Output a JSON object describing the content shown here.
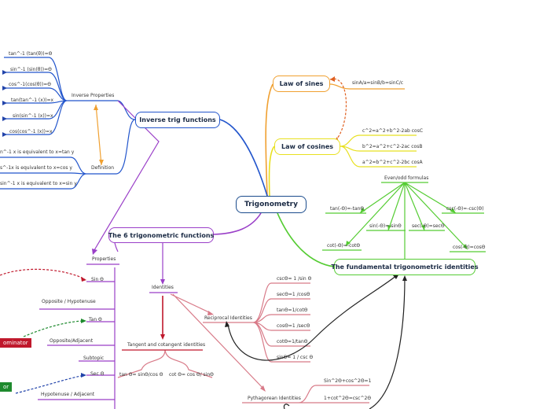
{
  "center": "Trigonometry",
  "law_of_sines": {
    "title": "Law of sines",
    "formula": "sinA/a=sinB/b=sinC/c"
  },
  "law_of_cosines": {
    "title": "Law of cosines",
    "items": [
      "c^2=a^2+b^2-2ab cosC",
      "b^2=a^2+c^2-2ac cosB",
      "a^2=b^2+c^2-2bc cosA"
    ]
  },
  "inverse": {
    "title": "Inverse trig functions",
    "properties_label": "Inverse Properties",
    "properties": [
      "tan^-1 (tan(θ))=Θ",
      "sin^-1 (sin(θ))=Θ",
      "cos^-1(cos(θ))=Θ",
      "tan(tan^-1 (x))=x",
      "sin(sin^-1 (x))=x",
      "cos(cos^-1 (x))=x"
    ],
    "definition_label": "Definition",
    "definitions": [
      "n^-1 x is equivalent to x=tan y",
      "s^-1x is equivalent to x=cos y",
      "sin^-1 x is equivalent to x=sin y"
    ]
  },
  "six": {
    "title": "The 6 trigonometric functions",
    "properties_label": "Properties",
    "properties": {
      "sin": "Sin Θ",
      "sin_desc": "Opposite / Hypotenuse",
      "tan": "Tan Θ",
      "tan_desc": "Opposite/Adjacent",
      "subtopic": "Subtopic",
      "sec": "Sec Θ",
      "sec_desc": "Hypotenuse / Adjacent"
    },
    "identities_label": "Identities",
    "tangent_cotangent": {
      "label": "Tangent and cotangent identities",
      "items": [
        "tan Θ= sinΘ/cos Θ",
        "cot Θ= cos Θ/ sinΘ"
      ]
    }
  },
  "reciprocal": {
    "label": "Reciprocal Identities",
    "items": [
      "cscΘ= 1 /sin Θ",
      "secΘ=1 /cosΘ",
      "tanΘ=1/cotΘ",
      "cosΘ=1 /secΘ",
      "cotΘ=1/tanΘ",
      "sinΘ= 1 / csc Θ"
    ]
  },
  "pythagorean": {
    "label": "Pythagorean Identities",
    "items": [
      "Sin^2Θ+cos^2Θ=1",
      "1+cot^2Θ=csc^2Θ"
    ]
  },
  "fundamental": {
    "title": "The fundamental trigonometric identities",
    "even_odd_label": "Even/odd formulas",
    "even_odd": {
      "tan": "tan(-Θ)=-tanΘ",
      "sin": "sin(-Θ)=-sinΘ",
      "sec": "sec(-Θ)=secΘ",
      "csc": "csc(-Θ)=-csc(Θ)",
      "cot": "cot(-Θ)=-cotΘ",
      "cos": "cos(-Θ)=cosΘ"
    }
  },
  "tags": {
    "red": "ominator",
    "green": "or"
  },
  "colors": {
    "center": "#1a4b8c",
    "sines": "#f0a030",
    "cosines": "#e8e020",
    "inverse": "#2255cc",
    "six": "#9a3fc8",
    "fundamental": "#55cc33",
    "reciprocal": "#d87a88",
    "red_tag": "#c0182c",
    "green_tag": "#1e8a2e"
  }
}
